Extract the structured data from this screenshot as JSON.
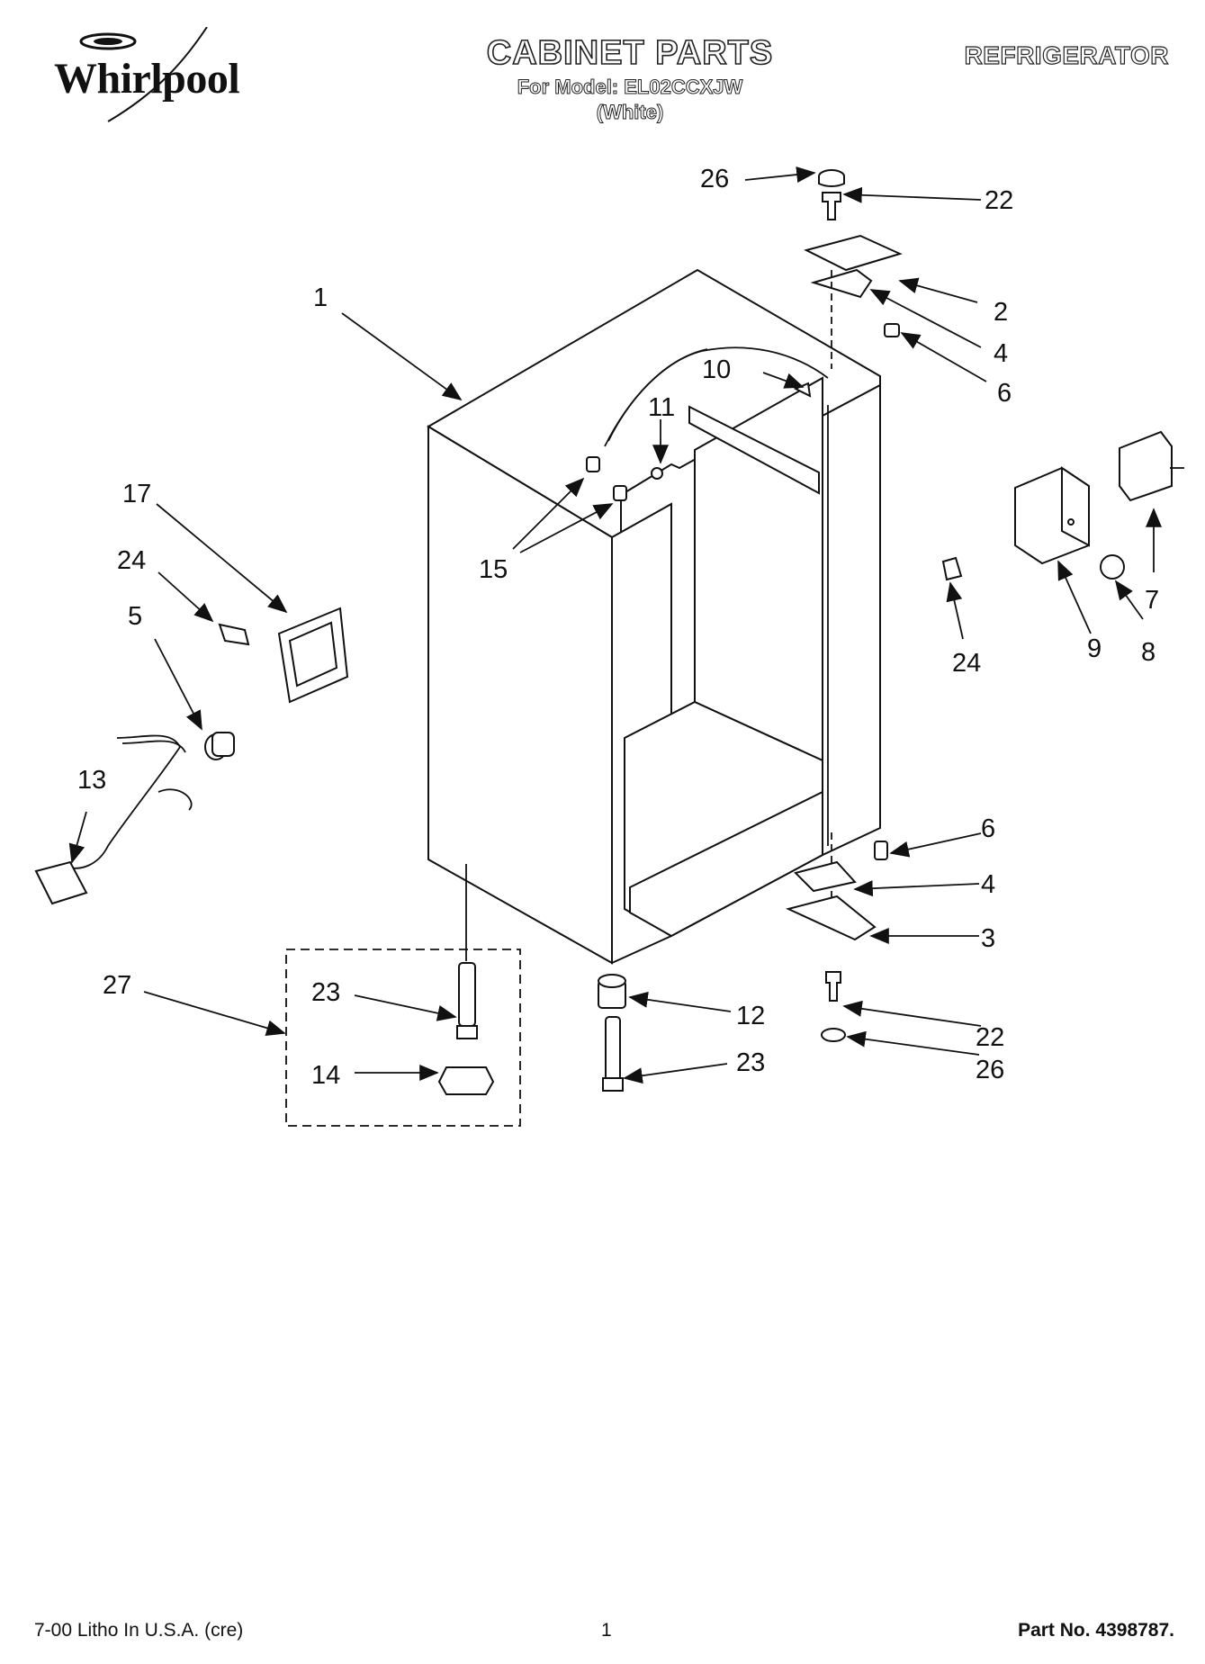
{
  "header": {
    "brand": "Whirlpool",
    "title": "CABINET PARTS",
    "model_line": "For Model: EL02CCXJW",
    "color_line": "(White)",
    "category": "REFRIGERATOR"
  },
  "callouts": [
    {
      "id": "c26a",
      "label": "26"
    },
    {
      "id": "c22a",
      "label": "22"
    },
    {
      "id": "c1",
      "label": "1"
    },
    {
      "id": "c2",
      "label": "2"
    },
    {
      "id": "c4a",
      "label": "4"
    },
    {
      "id": "c6a",
      "label": "6"
    },
    {
      "id": "c10",
      "label": "10"
    },
    {
      "id": "c11",
      "label": "11"
    },
    {
      "id": "c17",
      "label": "17"
    },
    {
      "id": "c15",
      "label": "15"
    },
    {
      "id": "c24a",
      "label": "24"
    },
    {
      "id": "c5",
      "label": "5"
    },
    {
      "id": "c24b",
      "label": "24"
    },
    {
      "id": "c9",
      "label": "9"
    },
    {
      "id": "c8",
      "label": "8"
    },
    {
      "id": "c7",
      "label": "7"
    },
    {
      "id": "c13",
      "label": "13"
    },
    {
      "id": "c6b",
      "label": "6"
    },
    {
      "id": "c4b",
      "label": "4"
    },
    {
      "id": "c3",
      "label": "3"
    },
    {
      "id": "c27",
      "label": "27"
    },
    {
      "id": "c23a",
      "label": "23"
    },
    {
      "id": "c12",
      "label": "12"
    },
    {
      "id": "c14",
      "label": "14"
    },
    {
      "id": "c23b",
      "label": "23"
    },
    {
      "id": "c22b",
      "label": "22"
    },
    {
      "id": "c26b",
      "label": "26"
    }
  ],
  "footer": {
    "left": "7-00 Litho In U.S.A. (cre)",
    "page": "1",
    "part_no": "Part No. 4398787."
  }
}
